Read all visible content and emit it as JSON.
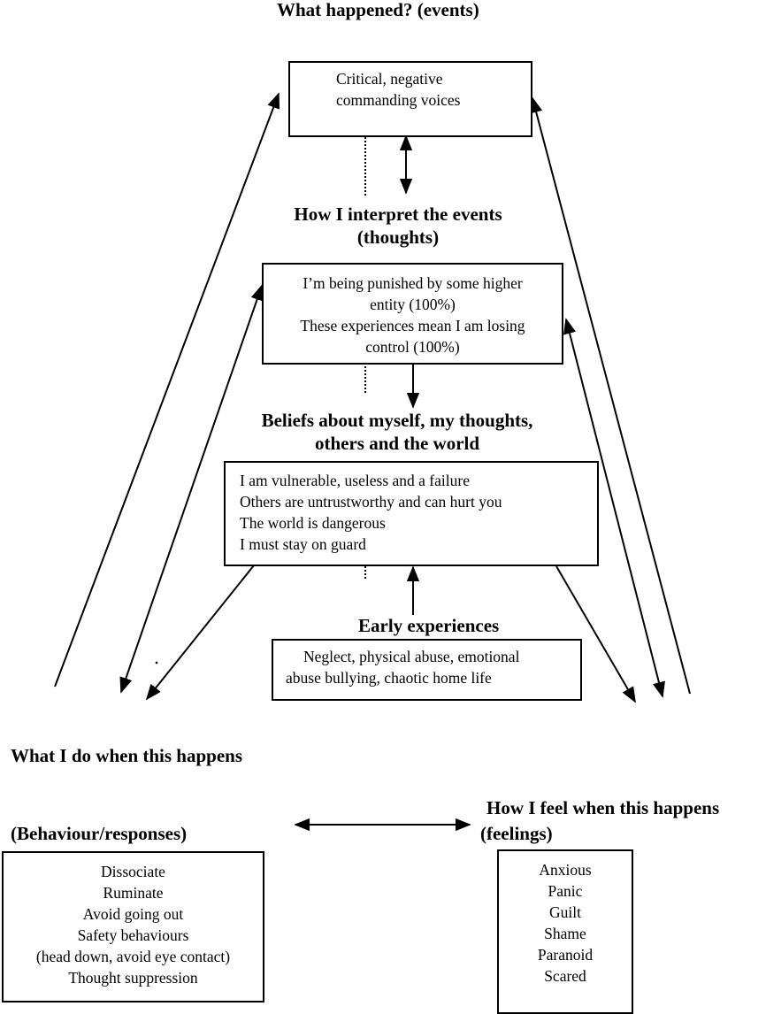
{
  "headings": {
    "events": "What happened? (events)",
    "thoughts_l1": "How I interpret the events",
    "thoughts_l2": "(thoughts)",
    "beliefs_l1": "Beliefs about myself, my thoughts,",
    "beliefs_l2": "others and the world",
    "early": "Early experiences",
    "behaviour_l1": "What I do when this happens",
    "behaviour_l2": "(Behaviour/responses)",
    "feelings_l1": "How I feel when this happens",
    "feelings_l2": "(feelings)"
  },
  "boxes": {
    "events": [
      "Critical, negative",
      "commanding voices"
    ],
    "thoughts": [
      "I’m being punished by some higher",
      "entity (100%)",
      "These experiences mean I am losing",
      "control (100%)"
    ],
    "beliefs": [
      "I am vulnerable, useless and a failure",
      "Others are untrustworthy and can hurt you",
      "The world is dangerous",
      "I must stay on guard"
    ],
    "early": [
      "Neglect, physical abuse, emotional",
      "abuse bullying, chaotic home life"
    ],
    "behaviour": [
      "Dissociate",
      "Ruminate",
      "Avoid going out",
      "Safety behaviours",
      "(head down, avoid eye contact)",
      "Thought suppression"
    ],
    "feelings": [
      "Anxious",
      "Panic",
      "Guilt",
      "Shame",
      "Paranoid",
      "Scared"
    ]
  }
}
